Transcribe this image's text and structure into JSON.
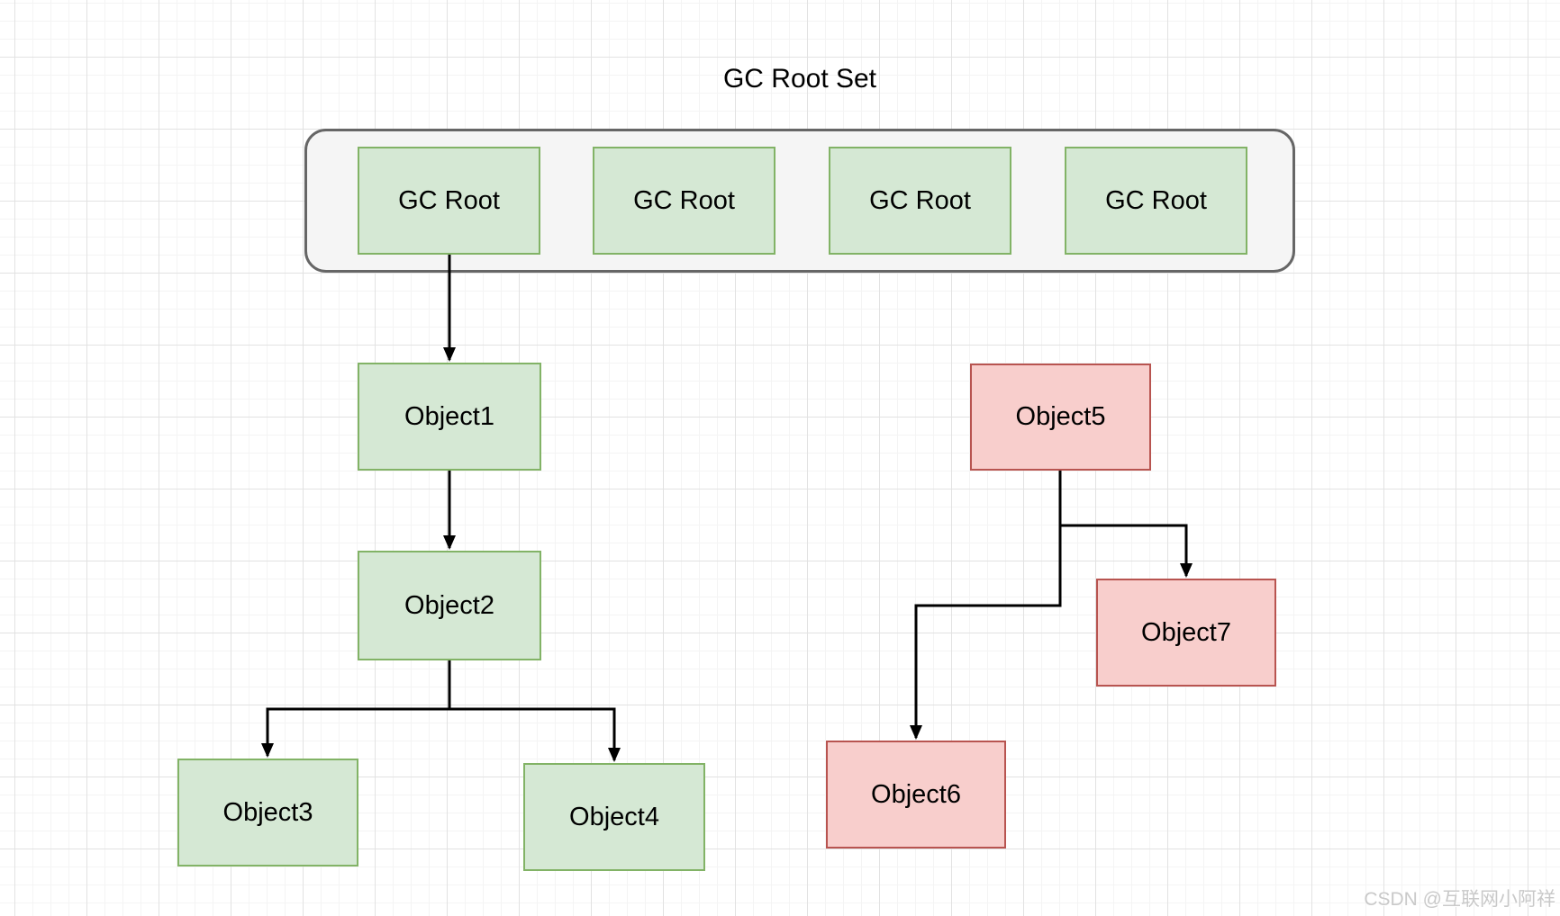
{
  "title": "GC Root Set",
  "gc_root_set": {
    "roots": [
      {
        "label": "GC Root"
      },
      {
        "label": "GC Root"
      },
      {
        "label": "GC Root"
      },
      {
        "label": "GC Root"
      }
    ]
  },
  "reachable_objects": [
    {
      "label": "Object1"
    },
    {
      "label": "Object2"
    },
    {
      "label": "Object3"
    },
    {
      "label": "Object4"
    }
  ],
  "unreachable_objects": [
    {
      "label": "Object5"
    },
    {
      "label": "Object6"
    },
    {
      "label": "Object7"
    }
  ],
  "edges": [
    {
      "from": "gc-root-1",
      "to": "object1"
    },
    {
      "from": "object1",
      "to": "object2"
    },
    {
      "from": "object2",
      "to": "object3"
    },
    {
      "from": "object2",
      "to": "object4"
    },
    {
      "from": "object5",
      "to": "object7"
    },
    {
      "from": "object5",
      "to": "object6"
    }
  ],
  "colors": {
    "reachable_fill": "#d5e8d4",
    "reachable_stroke": "#82b366",
    "unreachable_fill": "#f8cecc",
    "unreachable_stroke": "#b85450",
    "container_fill": "#f5f5f5",
    "container_stroke": "#666666",
    "edge_stroke": "#000000"
  },
  "watermark": {
    "text": "CSDN @互联网小阿祥"
  }
}
